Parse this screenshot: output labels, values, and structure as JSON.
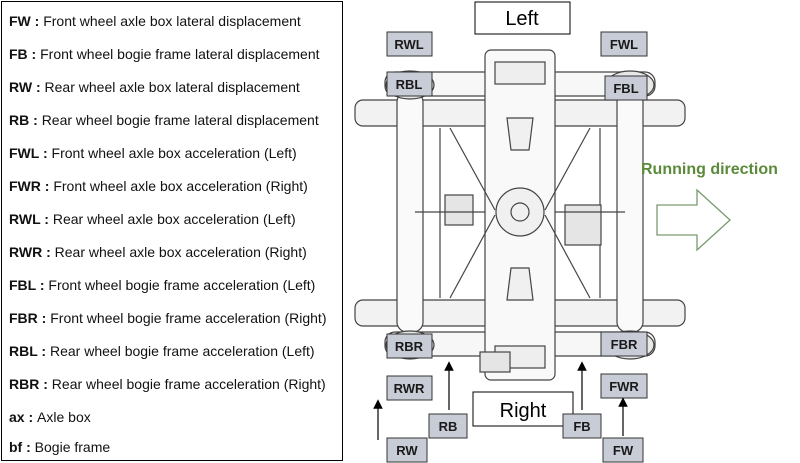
{
  "legend": [
    {
      "code": "FW",
      "desc": "Front wheel axle box lateral displacement"
    },
    {
      "code": "FB",
      "desc": "Front wheel bogie frame lateral displacement"
    },
    {
      "code": "RW",
      "desc": "Rear wheel axle box lateral displacement"
    },
    {
      "code": "RB",
      "desc": "Rear wheel bogie frame lateral displacement"
    },
    {
      "code": "FWL",
      "desc": "Front wheel axle box acceleration (Left)"
    },
    {
      "code": "FWR",
      "desc": "Front wheel axle box acceleration (Right)"
    },
    {
      "code": "RWL",
      "desc": "Rear wheel axle box acceleration (Left)"
    },
    {
      "code": "RWR",
      "desc": "Rear wheel axle box acceleration (Right)"
    },
    {
      "code": "FBL",
      "desc": "Front wheel bogie frame acceleration (Left)"
    },
    {
      "code": "FBR",
      "desc": "Front wheel bogie frame acceleration (Right)"
    },
    {
      "code": "RBL",
      "desc": "Rear wheel bogie frame acceleration (Left)"
    },
    {
      "code": "RBR",
      "desc": "Rear wheel bogie frame acceleration (Right)"
    },
    {
      "code": "ax",
      "desc": "Axle box"
    },
    {
      "code": "bf",
      "desc": "Bogie frame"
    }
  ],
  "diagram": {
    "left_label": "Left",
    "right_label": "Right",
    "running_direction": "Running direction",
    "tags": {
      "rwl": "RWL",
      "fwl": "FWL",
      "rbl": "RBL",
      "fbl": "FBL",
      "rbr": "RBR",
      "fbr": "FBR",
      "rwr": "RWR",
      "fwr": "FWR",
      "rb": "RB",
      "fb": "FB",
      "rw": "RW",
      "fw": "FW"
    },
    "colors": {
      "tag_fill": "#c8ccd6",
      "running_text": "#5a8a3a",
      "arrow_stroke": "#7a9a70"
    }
  }
}
